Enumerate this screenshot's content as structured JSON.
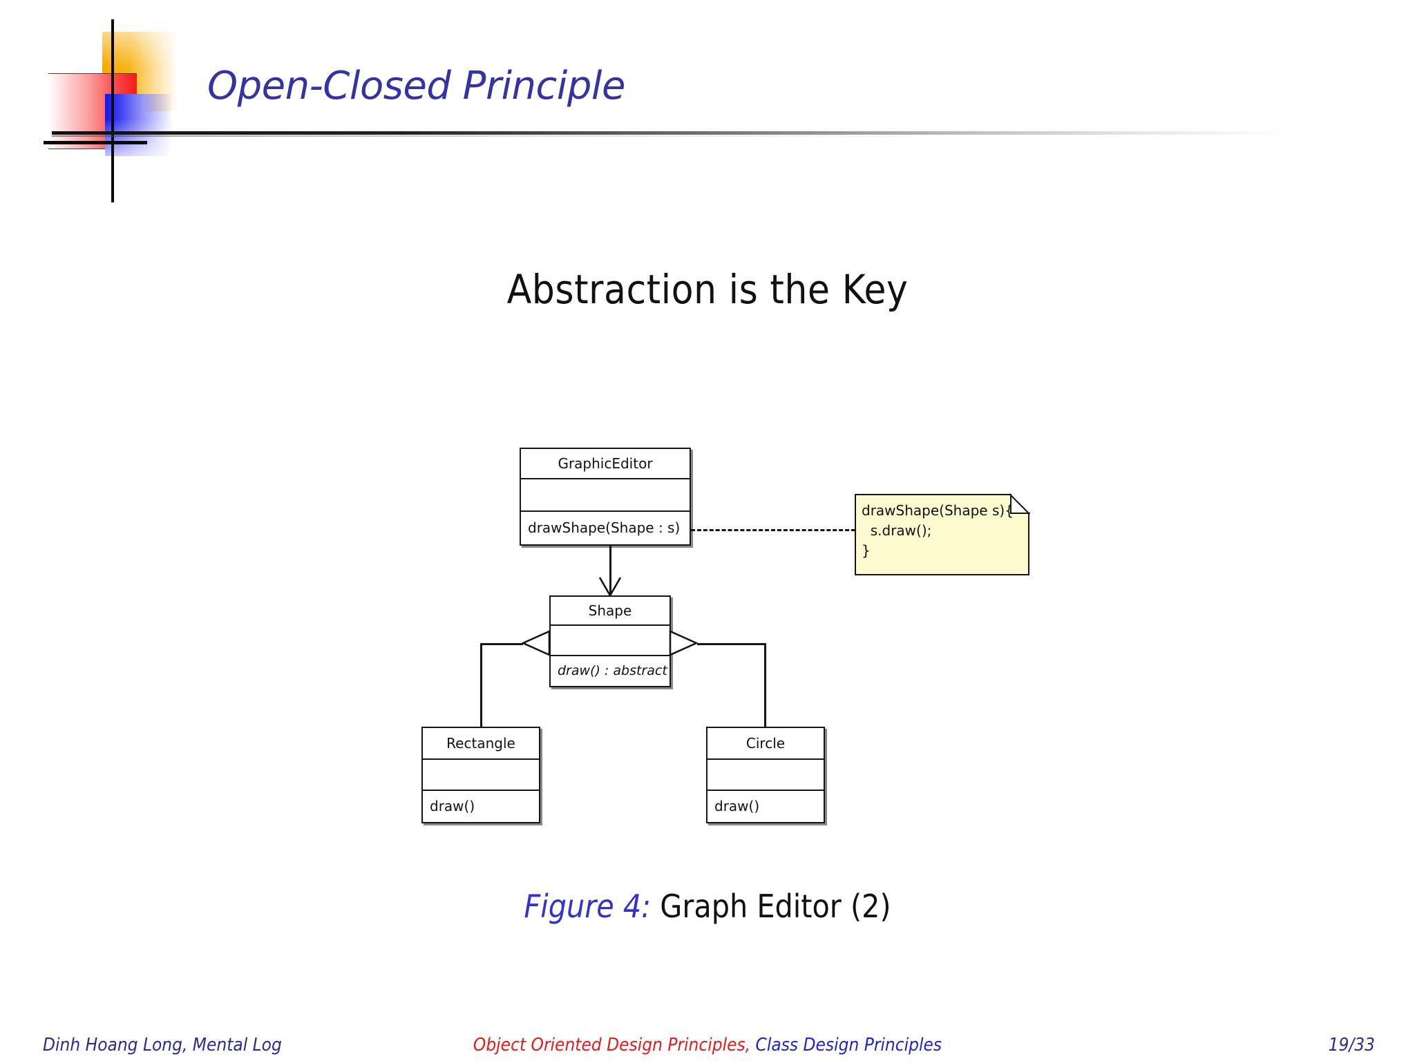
{
  "slide": {
    "title": "Open-Closed Principle",
    "title_color": "#3333A6",
    "heading": "Abstraction is the Key"
  },
  "figure": {
    "label": "Figure 4:",
    "caption": "Graph Editor (2)",
    "label_color": "#3333CC"
  },
  "diagram": {
    "type": "uml-class-diagram",
    "classes": [
      {
        "name": "GraphicEditor",
        "attributes": "",
        "methods": "drawShape(Shape : s)"
      },
      {
        "name": "Shape",
        "attributes": "",
        "methods": "draw() : abstract"
      },
      {
        "name": "Rectangle",
        "attributes": "",
        "methods": "draw()"
      },
      {
        "name": "Circle",
        "attributes": "",
        "methods": "draw()"
      }
    ],
    "note": {
      "text": "drawShape(Shape s){\n  s.draw();\n}",
      "fill_color": "#FCFBCF"
    },
    "relations": [
      {
        "from": "GraphicEditor",
        "to": "Shape",
        "kind": "association-arrow"
      },
      {
        "from": "Rectangle",
        "to": "Shape",
        "kind": "generalization"
      },
      {
        "from": "Circle",
        "to": "Shape",
        "kind": "generalization"
      },
      {
        "from": "GraphicEditor",
        "to": "note",
        "kind": "note-anchor-dashed"
      }
    ]
  },
  "footer": {
    "author": "Dinh Hoang Long, Mental Log",
    "center_primary": "Object Oriented Design Principles",
    "center_separator": ", ",
    "center_secondary": "Class Design Principles",
    "page": "19/33",
    "primary_color": "#E21B1B",
    "secondary_color": "#2222CC"
  }
}
